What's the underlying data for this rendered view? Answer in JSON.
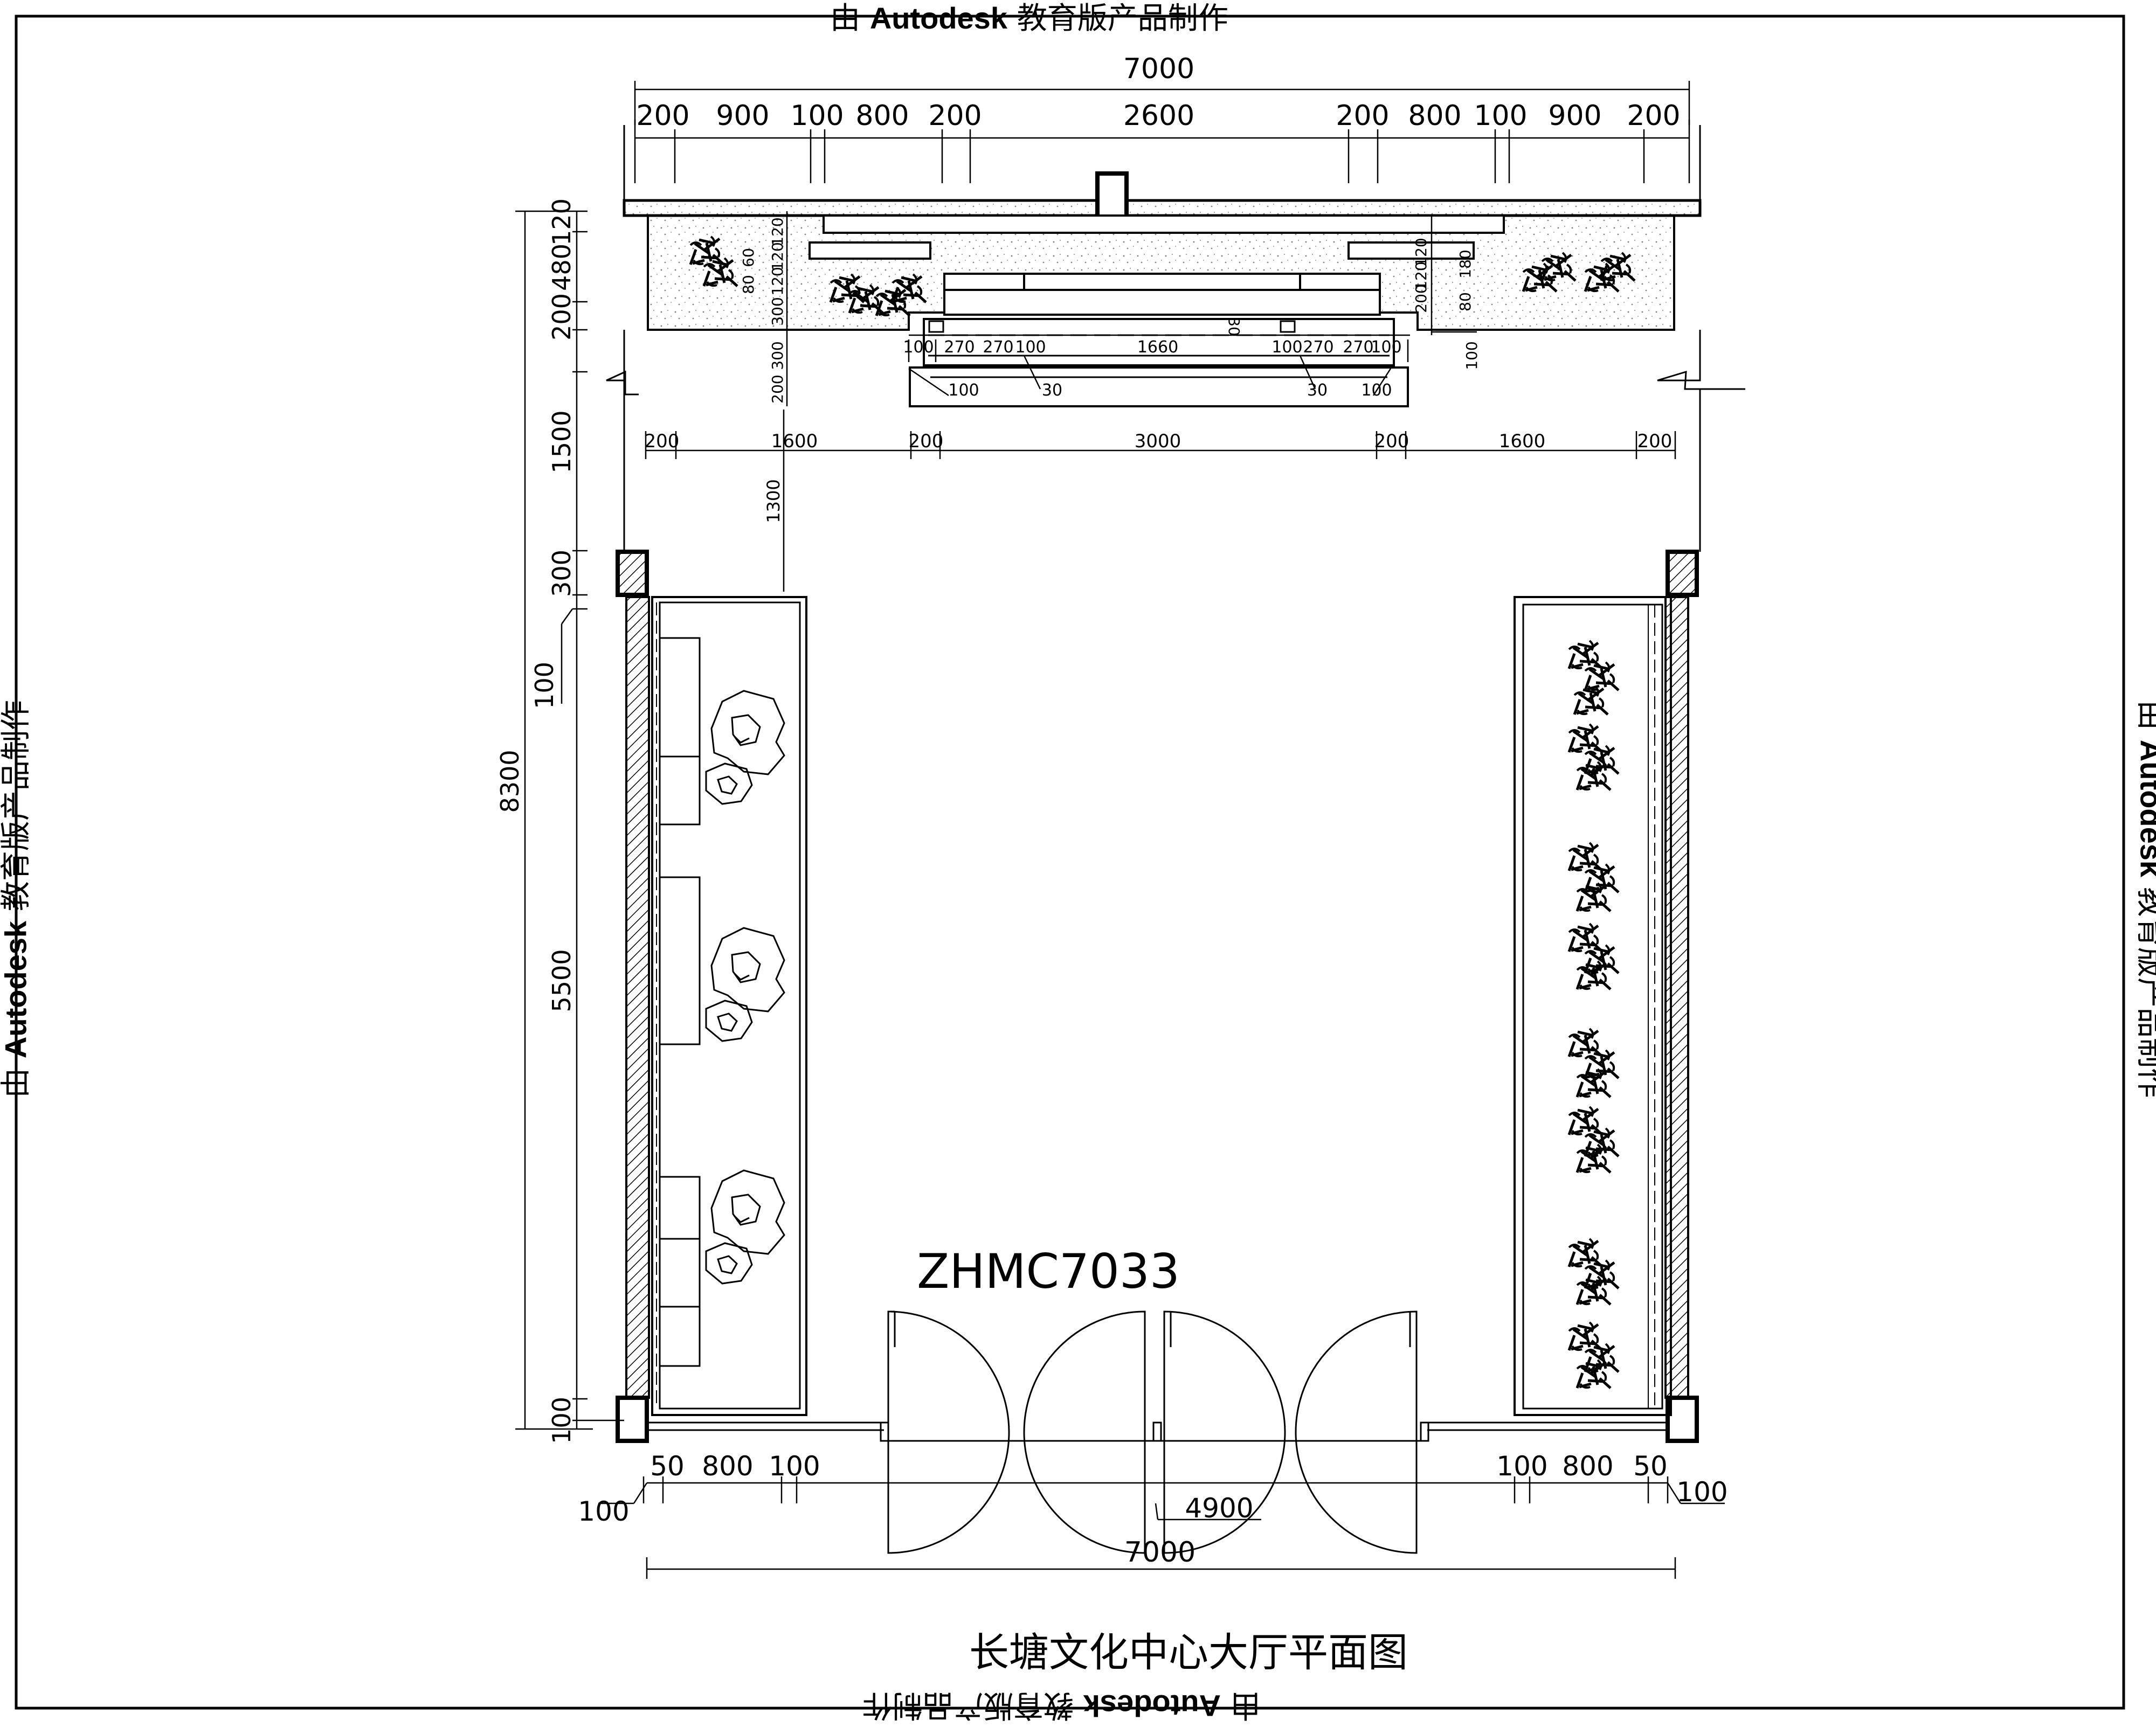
{
  "watermark": {
    "prefix": "由",
    "brand": "Autodesk",
    "suffix": "教育版产品制作"
  },
  "title": "长塘文化中心大厅平面图",
  "drawing_code": "ZHMC7033",
  "dims": {
    "top_total": "7000",
    "top_row": [
      "200",
      "900",
      "100",
      "800",
      "200",
      "2600",
      "200",
      "800",
      "100",
      "900",
      "200"
    ],
    "left_stack": [
      "120",
      "480",
      "200",
      "300",
      "200"
    ],
    "small_stack": [
      "60",
      "120",
      "80",
      "120",
      "120",
      "300"
    ],
    "right_small": [
      "120",
      "120",
      "80",
      "180",
      "200",
      "100"
    ],
    "counter_row": [
      "100",
      "270",
      "270",
      "100",
      "1660",
      "100",
      "270",
      "270",
      "100"
    ],
    "counter_bottom": [
      "100",
      "30",
      "30",
      "100"
    ],
    "counter_30": "30",
    "mid_row": [
      "200",
      "1600",
      "200",
      "3000",
      "200",
      "1600",
      "200"
    ],
    "left_vertical": {
      "d1500": "1500",
      "d1300": "1300",
      "d300": "300",
      "d100": "100",
      "d8300": "8300",
      "d5500": "5500",
      "d100b": "100"
    },
    "bottom_row": [
      "50",
      "800",
      "100",
      "100",
      "800",
      "50"
    ],
    "bottom_100_left": "100",
    "bottom_100_right": "100",
    "door_width": "4900",
    "bottom_total": "7000"
  }
}
